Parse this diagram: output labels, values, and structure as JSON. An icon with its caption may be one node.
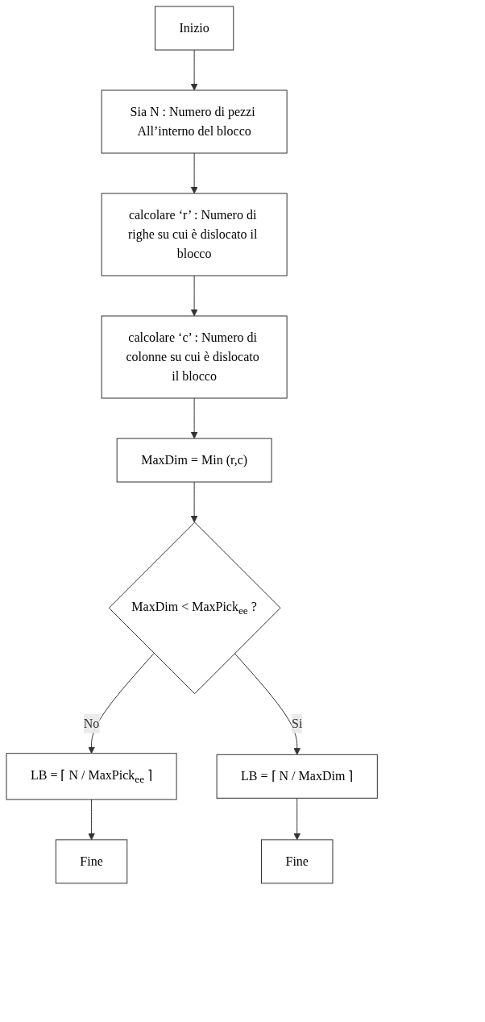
{
  "diagram": {
    "nodes": [
      {
        "text": [
          "Inizio"
        ]
      },
      {
        "text": [
          "Sia N : Numero di pezzi All’interno del blocco"
        ]
      },
      {
        "text": [
          "calcolare ‘r’ : Numero di righe su cui è dislocato il blocco"
        ]
      },
      {
        "text": [
          "calcolare ‘c’ : Numero di colonne su cui è dislocato il blocco"
        ]
      },
      {
        "text": [
          "MaxDim = Min (r,c)"
        ]
      },
      {
        "text": [
          "MaxDim < MaxPick$_{ee}$ ?"
        ]
      },
      {
        "text": [
          "LB = ⌈ N / MaxPick$_{ee}$ ⌉"
        ]
      },
      {
        "text": [
          "LB = ⌈ N / MaxDim ⌉"
        ]
      },
      {
        "text": [
          "Fine"
        ]
      },
      {
        "text": [
          "Fine"
        ]
      }
    ],
    "edges": [
      {
        "from": 0,
        "to": 1,
        "arrow": "to"
      },
      {
        "from": 1,
        "to": 2,
        "arrow": "to"
      },
      {
        "from": 2,
        "to": 3,
        "arrow": "to"
      },
      {
        "from": 3,
        "to": 4,
        "arrow": "to"
      },
      {
        "from": 4,
        "to": 5,
        "arrow": "to"
      },
      {
        "from": 5,
        "to": 6,
        "label": "No",
        "arrow": "to"
      },
      {
        "from": 5,
        "to": 7,
        "label": "Si",
        "arrow": "to"
      },
      {
        "from": 6,
        "to": 8,
        "arrow": "to"
      },
      {
        "from": 7,
        "to": 9,
        "arrow": "to"
      }
    ]
  }
}
